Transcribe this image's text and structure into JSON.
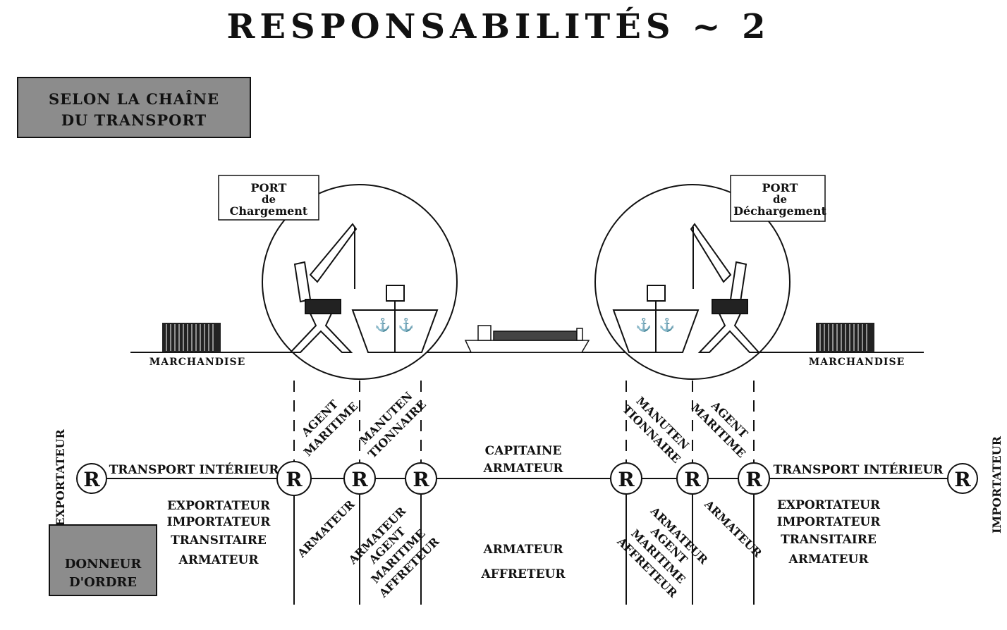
{
  "title": "RESPONSABILITÉS ~ 2",
  "chain_box": {
    "line1": "SELON LA CHAÎNE",
    "line2": "DU TRANSPORT"
  },
  "port_loading": {
    "line1": "PORT",
    "line2": "de",
    "line3": "Chargement"
  },
  "port_unloading": {
    "line1": "PORT",
    "line2": "de",
    "line3": "Déchargement"
  },
  "goods_left": "MARCHANDISE",
  "goods_right": "MARCHANDISE",
  "node_label": "R",
  "exporter": "EXPORTATEUR",
  "importer": "IMPORTATEUR",
  "inland_left": "TRANSPORT INTÉRIEUR",
  "inland_right": "TRANSPORT INTÉRIEUR",
  "sea": {
    "line1": "CAPITAINE",
    "line2": "ARMATEUR"
  },
  "left_parties": [
    "EXPORTATEUR",
    "IMPORTATEUR",
    "TRANSITAIRE",
    "ARMATEUR"
  ],
  "right_parties": [
    "EXPORTATEUR",
    "IMPORTATEUR",
    "TRANSITAIRE",
    "ARMATEUR"
  ],
  "sea_below": [
    "ARMATEUR",
    "AFFRETEUR"
  ],
  "diag_left_top_1": [
    "AGENT",
    "MARITIME"
  ],
  "diag_left_top_2": [
    "MANUTEN",
    "TIONNAIRE"
  ],
  "diag_left_bottom_1": "ARMATEUR",
  "diag_left_bottom_2": [
    "ARMATEUR",
    "AGENT",
    "MARITIME",
    "AFFRETEUR"
  ],
  "diag_right_top_1": [
    "MANUTEN",
    "TIONNAIRE"
  ],
  "diag_right_top_2": [
    "AGENT",
    "MARITIME"
  ],
  "diag_right_bottom_1": [
    "ARMATEUR",
    "AGENT",
    "MARITIME",
    "AFFRETEUR"
  ],
  "diag_right_bottom_2": "ARMATEUR",
  "principal_box": {
    "line1": "DONNEUR",
    "line2": "D'ORDRE"
  },
  "colors": {
    "ink": "#111111",
    "box_gray": "#8c8c8c"
  }
}
